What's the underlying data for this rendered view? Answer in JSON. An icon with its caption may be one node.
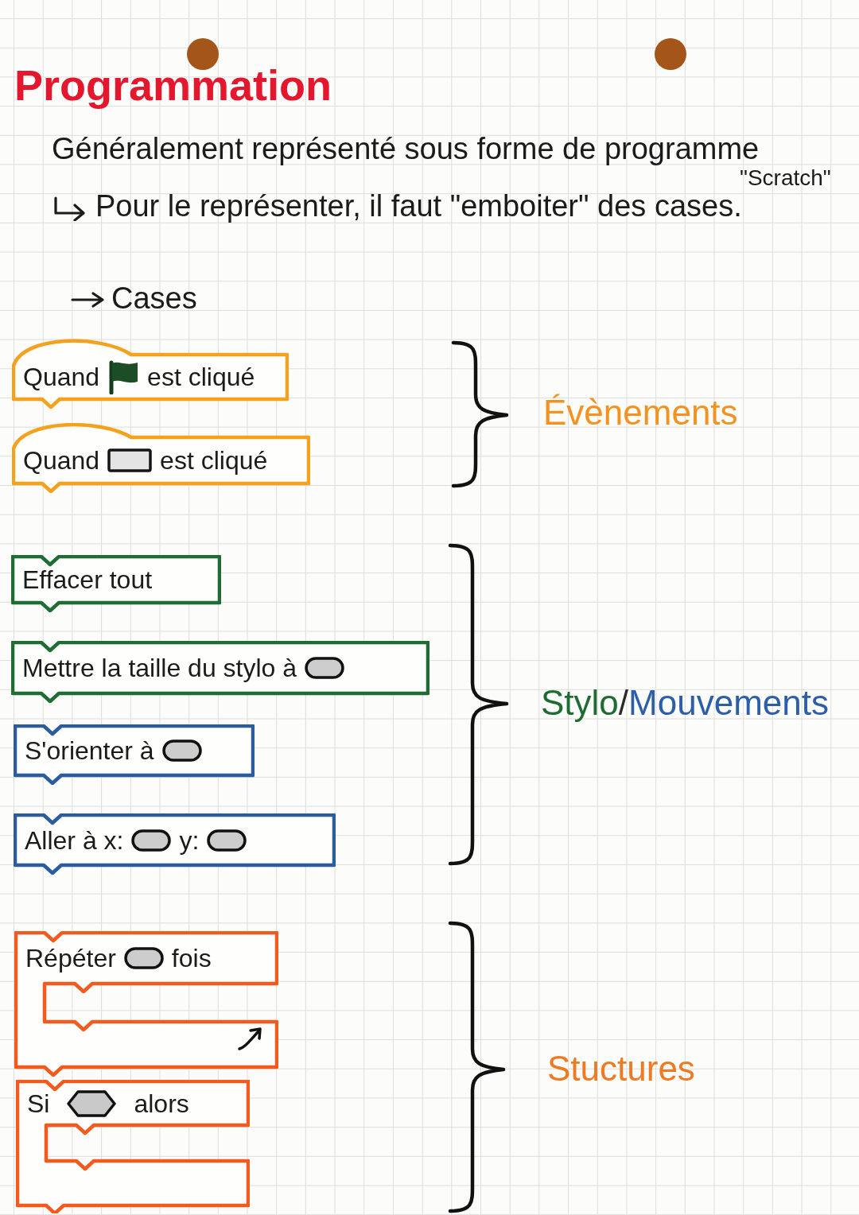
{
  "diagram": {
    "title": "Programmation",
    "nodes": [
      {
        "text": [
          "Quand",
          "est cliqué"
        ]
      },
      {
        "text": [
          "Quand",
          "est cliqué"
        ]
      },
      {
        "text": [
          "Effacer tout"
        ]
      },
      {
        "text": [
          "Mettre la taille du stylo à"
        ]
      },
      {
        "text": [
          "S'orienter à"
        ]
      },
      {
        "text": [
          "Aller à x:",
          "y:"
        ]
      },
      {
        "text": [
          "Répéter",
          "fois"
        ]
      },
      {
        "text": [
          "Si",
          "alors"
        ]
      }
    ],
    "labels": [
      "Généralement représenté sous forme de programme",
      "\"Scratch\"",
      "Pour le représenter, il faut \"emboiter\" des cases.",
      "Cases",
      "Évènements",
      "Stylo/Mouvements",
      "Stuctures"
    ]
  }
}
